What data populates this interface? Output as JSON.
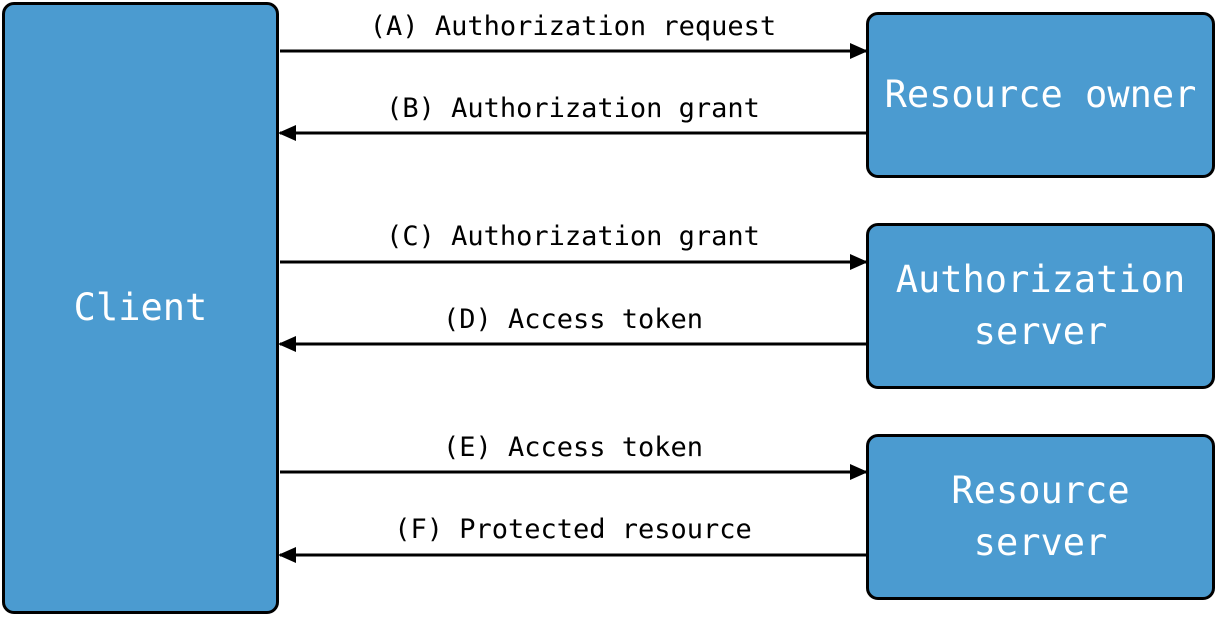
{
  "nodes": {
    "client": {
      "label": "Client"
    },
    "resource_owner": {
      "label": "Resource owner"
    },
    "authorization_server": {
      "lines": [
        "Authorization",
        "server"
      ]
    },
    "resource_server": {
      "lines": [
        "Resource",
        "server"
      ]
    }
  },
  "flows": [
    {
      "step": "A",
      "label": "(A) Authorization request",
      "direction": "client-to-resource-owner"
    },
    {
      "step": "B",
      "label": "(B) Authorization grant",
      "direction": "resource-owner-to-client"
    },
    {
      "step": "C",
      "label": "(C) Authorization grant",
      "direction": "client-to-authorization-server"
    },
    {
      "step": "D",
      "label": "(D) Access token",
      "direction": "authorization-server-to-client"
    },
    {
      "step": "E",
      "label": "(E) Access token",
      "direction": "client-to-resource-server"
    },
    {
      "step": "F",
      "label": "(F) Protected resource",
      "direction": "resource-server-to-client"
    }
  ],
  "colors": {
    "box_fill": "#4b9bd0",
    "box_border": "#000000",
    "box_text": "#ffffff",
    "arrow": "#000000"
  }
}
